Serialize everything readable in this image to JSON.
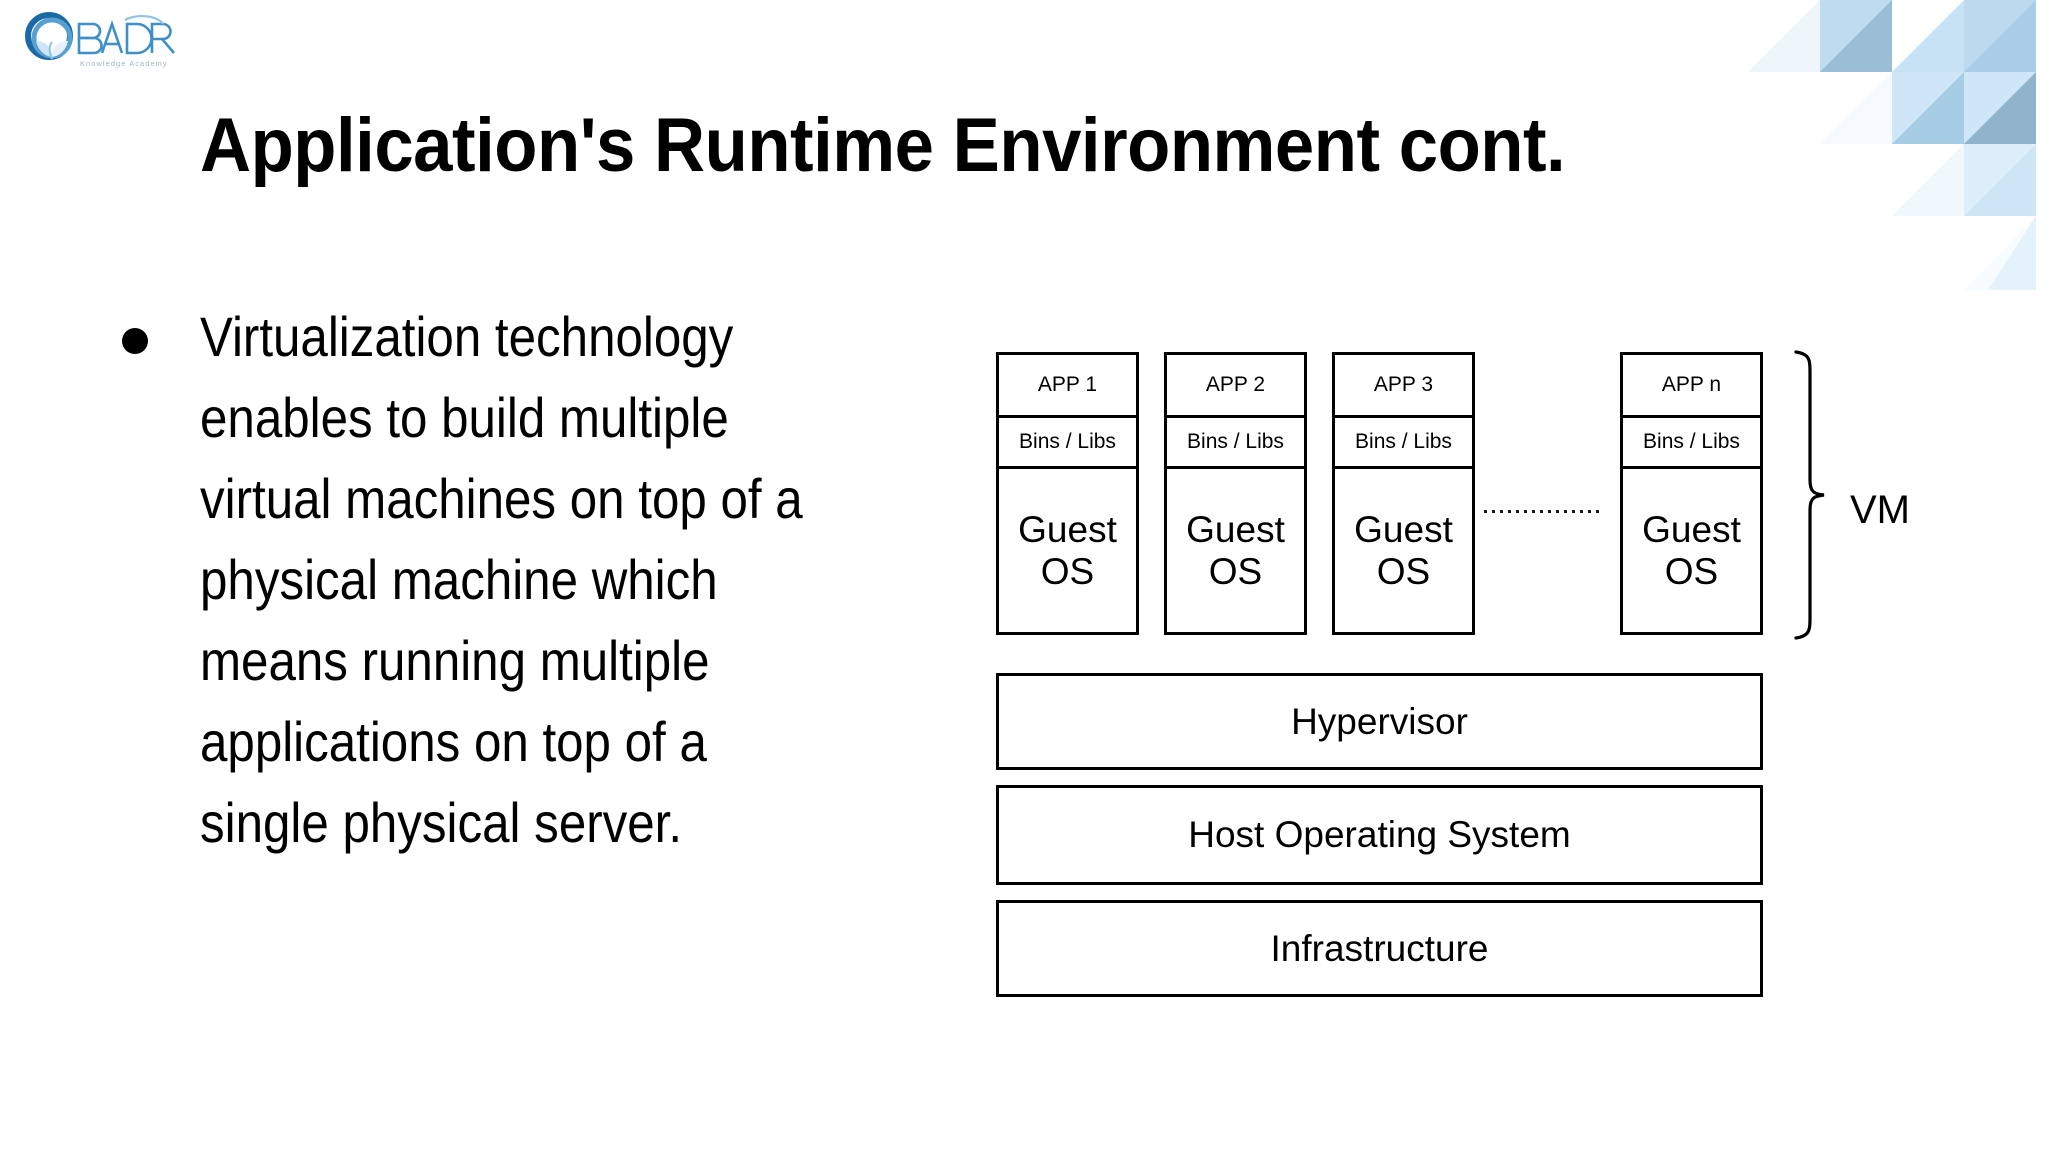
{
  "brand": {
    "name": "BADR",
    "tagline": "Knowledge Academy",
    "logo_icon": "badr-circle-leaf-logo",
    "colors": {
      "logo_dark_blue": "#1b6aa8",
      "logo_mid_blue": "#3f90c9",
      "logo_light_blue": "#8ec4e2",
      "deco_blue_dark": "#8fb4cc",
      "deco_blue_mid": "#addcf0",
      "deco_blue_light": "#d7eaf7",
      "deco_blue_faint": "#eef6fc"
    }
  },
  "slide": {
    "title": "Application's Runtime Environment cont.",
    "bullets": [
      "Virtualization technology enables to build multiple virtual machines on top of a physical machine which means running multiple applications on top of a single physical server."
    ]
  },
  "diagram": {
    "name": "virtual-machine-architecture-stack",
    "vm_columns": [
      {
        "app": "APP 1",
        "bins": "Bins / Libs",
        "os": "Guest\nOS"
      },
      {
        "app": "APP 2",
        "bins": "Bins / Libs",
        "os": "Guest\nOS"
      },
      {
        "app": "APP 3",
        "bins": "Bins / Libs",
        "os": "Guest\nOS"
      },
      {
        "app": "APP n",
        "bins": "Bins / Libs",
        "os": "Guest\nOS"
      }
    ],
    "ellipsis_separator": "..............",
    "group_label": "VM",
    "layers": [
      {
        "label": "Hypervisor"
      },
      {
        "label": "Host Operating System"
      },
      {
        "label": "Infrastructure"
      }
    ]
  }
}
